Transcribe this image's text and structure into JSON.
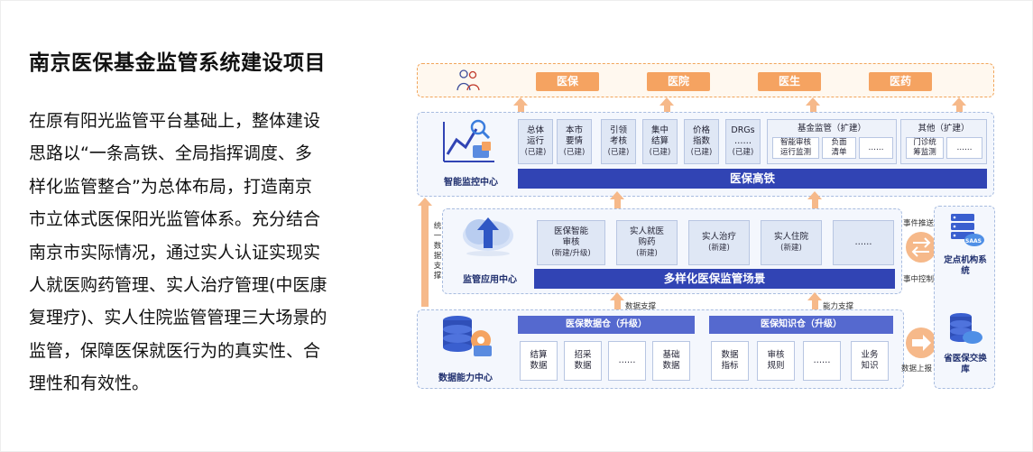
{
  "title": "南京医保基金监管系统建设项目",
  "paragraph": [
    "在原有阳光监管平台基础上，整体建设",
    "思路以“一条高铁、全局指挥调度、多",
    "样化监管整合”为总体布局，打造南京",
    "市立体式医保阳光监管体系。充分结合",
    "南京市实际情况，通过实人认证实现实",
    "人就医购药管理、实人治疗管理(中医康",
    "复理疗)、实人住院监管管理三大场景的",
    "监管，保障医保就医行为的真实性、合",
    "理性和有效性。"
  ],
  "top_targets": [
    "医保",
    "医院",
    "医生",
    "医药"
  ],
  "monitor_center": {
    "label": "智能监控中心",
    "bar": "医保高铁",
    "items": [
      {
        "l1": "总体",
        "l2": "运行",
        "l3": "(已建)"
      },
      {
        "l1": "本市",
        "l2": "要情",
        "l3": "(已建)"
      },
      {
        "l1": "引领",
        "l2": "考核",
        "l3": "(已建)"
      },
      {
        "l1": "集中",
        "l2": "结算",
        "l3": "(已建)"
      },
      {
        "l1": "价格",
        "l2": "指数",
        "l3": "(已建)"
      },
      {
        "l1": "DRGs",
        "l2": "……",
        "l3": "(已建)"
      }
    ],
    "group1": {
      "title": "基金监管（扩建）",
      "chips": [
        [
          "智能审核",
          "运行监测"
        ],
        [
          "负面",
          "清单"
        ],
        [
          "……",
          ""
        ]
      ]
    },
    "group2": {
      "title": "其他（扩建）",
      "chips": [
        [
          "门诊统",
          "筹监测"
        ],
        [
          "……",
          ""
        ]
      ]
    }
  },
  "app_center": {
    "label": "监管应用中心",
    "bar": "多样化医保监管场景",
    "items": [
      {
        "l1": "医保智能",
        "l2": "审核",
        "l3": "(新建/升级)"
      },
      {
        "l1": "实人就医",
        "l2": "购药",
        "l3": "(新建)"
      },
      {
        "l1": "实人治疗",
        "l2": "",
        "l3": "(新建)"
      },
      {
        "l1": "实人住院",
        "l2": "",
        "l3": "(新建)"
      },
      {
        "l1": "……",
        "l2": "",
        "l3": ""
      }
    ]
  },
  "data_center": {
    "label": "数据能力中心",
    "warehouse": {
      "title": "医保数据仓（升级）",
      "items": [
        [
          "结算",
          "数据"
        ],
        [
          "招采",
          "数据"
        ],
        [
          "……",
          ""
        ],
        [
          "基础",
          "数据"
        ]
      ]
    },
    "knowledge": {
      "title": "医保知识仓（升级）",
      "items": [
        [
          "数据",
          "指标"
        ],
        [
          "审核",
          "规则"
        ],
        [
          "……",
          ""
        ],
        [
          "业务",
          "知识"
        ]
      ]
    }
  },
  "annotations": {
    "left_vertical": "统一数据支撑",
    "data_support": "数据支撑",
    "capability_support": "能力支撑",
    "event_push": "事件推送",
    "event_control": "事中控制",
    "data_upload": "数据上报"
  },
  "right_nodes": {
    "institution": "定点机构系统",
    "exchange": "省医保交换库",
    "saas": "SAAS"
  }
}
